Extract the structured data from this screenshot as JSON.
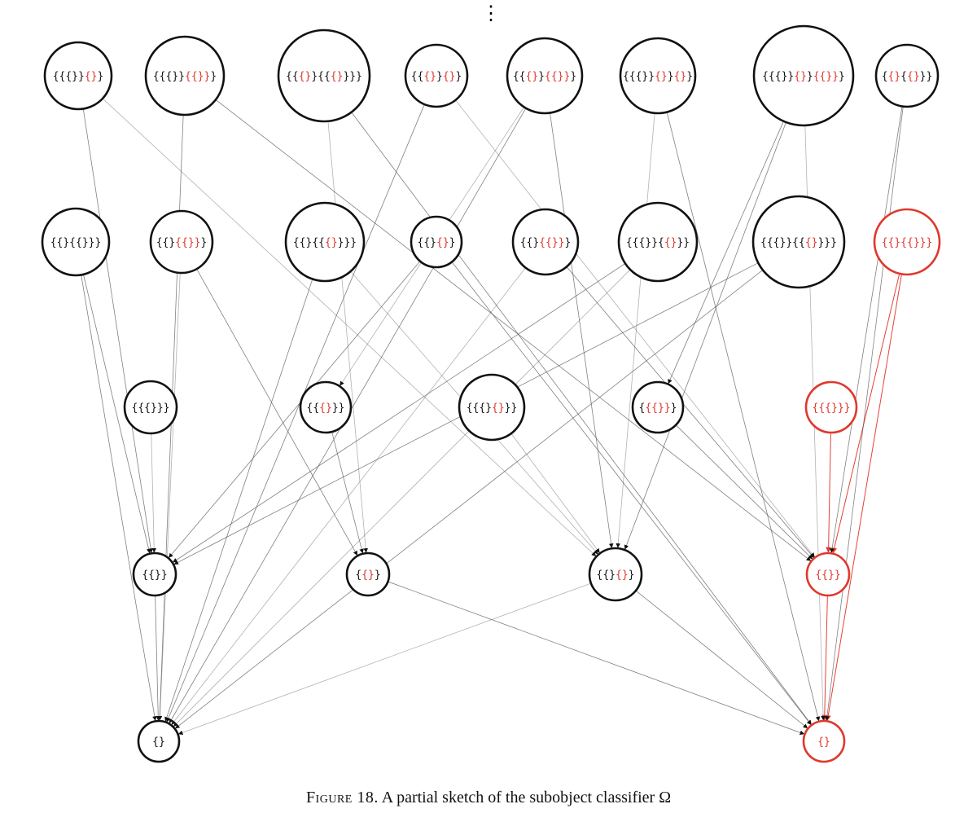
{
  "continuation_marker": "⋮",
  "colors": {
    "black": "#111111",
    "red": "#e0382c",
    "edge": "#555555"
  },
  "nodes": [
    {
      "id": "t1",
      "parts": [
        [
          "{{{}}",
          "k"
        ],
        [
          "{}",
          "r"
        ],
        [
          "}",
          "k"
        ]
      ]
    },
    {
      "id": "t2",
      "parts": [
        [
          "{{{}}",
          "k"
        ],
        [
          "{{}}",
          "r"
        ],
        [
          "}",
          "k"
        ]
      ]
    },
    {
      "id": "t3",
      "parts": [
        [
          "{{",
          "k"
        ],
        [
          "{}",
          "r"
        ],
        [
          "}{{",
          "k"
        ],
        [
          "{}",
          "r"
        ],
        [
          "}}}",
          "k"
        ]
      ]
    },
    {
      "id": "t4",
      "parts": [
        [
          "{{",
          "k"
        ],
        [
          "{}",
          "r"
        ],
        [
          "}",
          "k"
        ],
        [
          "{}",
          "r"
        ],
        [
          "}",
          "k"
        ]
      ]
    },
    {
      "id": "t5",
      "parts": [
        [
          "{{",
          "k"
        ],
        [
          "{}",
          "r"
        ],
        [
          "}",
          "k"
        ],
        [
          "{{}}",
          "r"
        ],
        [
          "}",
          "k"
        ]
      ]
    },
    {
      "id": "t6",
      "parts": [
        [
          "{{{}}",
          "k"
        ],
        [
          "{}",
          "r"
        ],
        [
          "}",
          "k"
        ],
        [
          "{}",
          "r"
        ],
        [
          "}",
          "k"
        ]
      ]
    },
    {
      "id": "t7",
      "parts": [
        [
          "{{{}}",
          "k"
        ],
        [
          "{}",
          "r"
        ],
        [
          "}",
          "k"
        ],
        [
          "{{}}",
          "r"
        ],
        [
          "}",
          "k"
        ]
      ]
    },
    {
      "id": "t8",
      "parts": [
        [
          "{",
          "k"
        ],
        [
          "{}",
          "r"
        ],
        [
          "{",
          "k"
        ],
        [
          "{}",
          "r"
        ],
        [
          "}}",
          "k"
        ]
      ]
    },
    {
      "id": "m1",
      "parts": [
        [
          "{{}{{}}}",
          "k"
        ]
      ]
    },
    {
      "id": "m2",
      "parts": [
        [
          "{{}",
          "k"
        ],
        [
          "{{}}",
          "r"
        ],
        [
          "}",
          "k"
        ]
      ]
    },
    {
      "id": "m3",
      "parts": [
        [
          "{{}{{",
          "k"
        ],
        [
          "{}",
          "r"
        ],
        [
          "}}}",
          "k"
        ]
      ]
    },
    {
      "id": "m4",
      "parts": [
        [
          "{{}",
          "k"
        ],
        [
          "{}",
          "r"
        ],
        [
          "}",
          "k"
        ]
      ]
    },
    {
      "id": "m5",
      "parts": [
        [
          "{{}",
          "k"
        ],
        [
          "{{}}",
          "r"
        ],
        [
          "}",
          "k"
        ]
      ]
    },
    {
      "id": "m6",
      "parts": [
        [
          "{{{}}{",
          "k"
        ],
        [
          "{}",
          "r"
        ],
        [
          "}}",
          "k"
        ]
      ]
    },
    {
      "id": "m7",
      "parts": [
        [
          "{{{}}{{",
          "k"
        ],
        [
          "{}",
          "r"
        ],
        [
          "}}}",
          "k"
        ]
      ]
    },
    {
      "id": "m8",
      "parts": [
        [
          "{{}{{}}}",
          "r"
        ]
      ]
    },
    {
      "id": "l1",
      "parts": [
        [
          "{{{}}}",
          "k"
        ]
      ]
    },
    {
      "id": "l2",
      "parts": [
        [
          "{{",
          "k"
        ],
        [
          "{}",
          "r"
        ],
        [
          "}}",
          "k"
        ]
      ]
    },
    {
      "id": "l3",
      "parts": [
        [
          "{{{}",
          "k"
        ],
        [
          "{}",
          "r"
        ],
        [
          "}}",
          "k"
        ]
      ]
    },
    {
      "id": "l4",
      "parts": [
        [
          "{",
          "k"
        ],
        [
          "{{}}",
          "r"
        ],
        [
          "}",
          "k"
        ]
      ]
    },
    {
      "id": "l5",
      "parts": [
        [
          "{{{}}}",
          "r"
        ]
      ]
    },
    {
      "id": "b1",
      "parts": [
        [
          "{{}}",
          "k"
        ]
      ]
    },
    {
      "id": "b2",
      "parts": [
        [
          "{",
          "k"
        ],
        [
          "{}",
          "r"
        ],
        [
          "}",
          "k"
        ]
      ]
    },
    {
      "id": "b3",
      "parts": [
        [
          "{{}",
          "k"
        ],
        [
          "{}",
          "r"
        ],
        [
          "}",
          "k"
        ]
      ]
    },
    {
      "id": "b4",
      "parts": [
        [
          "{{}}",
          "r"
        ]
      ]
    },
    {
      "id": "z1",
      "parts": [
        [
          "{}",
          "k"
        ]
      ]
    },
    {
      "id": "z2",
      "parts": [
        [
          "{}",
          "r"
        ]
      ]
    }
  ],
  "edges": [
    [
      "l1",
      "b1",
      false
    ],
    [
      "b1",
      "z1",
      false
    ],
    [
      "b2",
      "z2",
      false
    ],
    [
      "b3",
      "z1",
      false
    ],
    [
      "b3",
      "z2",
      false
    ],
    [
      "l2",
      "b2",
      false
    ],
    [
      "l3",
      "b3",
      false
    ],
    [
      "l4",
      "b4",
      false
    ],
    [
      "l5",
      "b4",
      true
    ],
    [
      "b4",
      "z2",
      true
    ],
    [
      "m1",
      "b1",
      false
    ],
    [
      "m1",
      "z1",
      false
    ],
    [
      "m2",
      "z1",
      false
    ],
    [
      "m2",
      "b2",
      false
    ],
    [
      "m3",
      "z1",
      false
    ],
    [
      "m3",
      "b3",
      false
    ],
    [
      "m4",
      "b1",
      false
    ],
    [
      "m4",
      "z2",
      false
    ],
    [
      "m5",
      "z1",
      false
    ],
    [
      "m5",
      "b4",
      false
    ],
    [
      "m6",
      "b1",
      false
    ],
    [
      "m6",
      "z1",
      false
    ],
    [
      "m7",
      "z1",
      false
    ],
    [
      "m7",
      "b1",
      false
    ],
    [
      "m8",
      "b4",
      true
    ],
    [
      "m8",
      "z2",
      true
    ],
    [
      "t1",
      "b1",
      false
    ],
    [
      "t1",
      "b3",
      false
    ],
    [
      "t2",
      "z1",
      false
    ],
    [
      "t2",
      "b4",
      false
    ],
    [
      "t3",
      "b2",
      false
    ],
    [
      "t3",
      "z2",
      false
    ],
    [
      "t4",
      "z1",
      false
    ],
    [
      "t4",
      "b4",
      false
    ],
    [
      "t5",
      "z1",
      false
    ],
    [
      "t5",
      "b3",
      false
    ],
    [
      "t6",
      "b3",
      false
    ],
    [
      "t6",
      "z2",
      false
    ],
    [
      "t7",
      "b3",
      false
    ],
    [
      "t7",
      "z2",
      false
    ],
    [
      "t8",
      "b4",
      false
    ],
    [
      "t8",
      "z2",
      false
    ],
    [
      "t5",
      "l2",
      false
    ],
    [
      "t7",
      "l4",
      false
    ]
  ],
  "caption": {
    "figure_word": "Figure 18.",
    "text": "A partial sketch of the subobject classifier Ω"
  }
}
